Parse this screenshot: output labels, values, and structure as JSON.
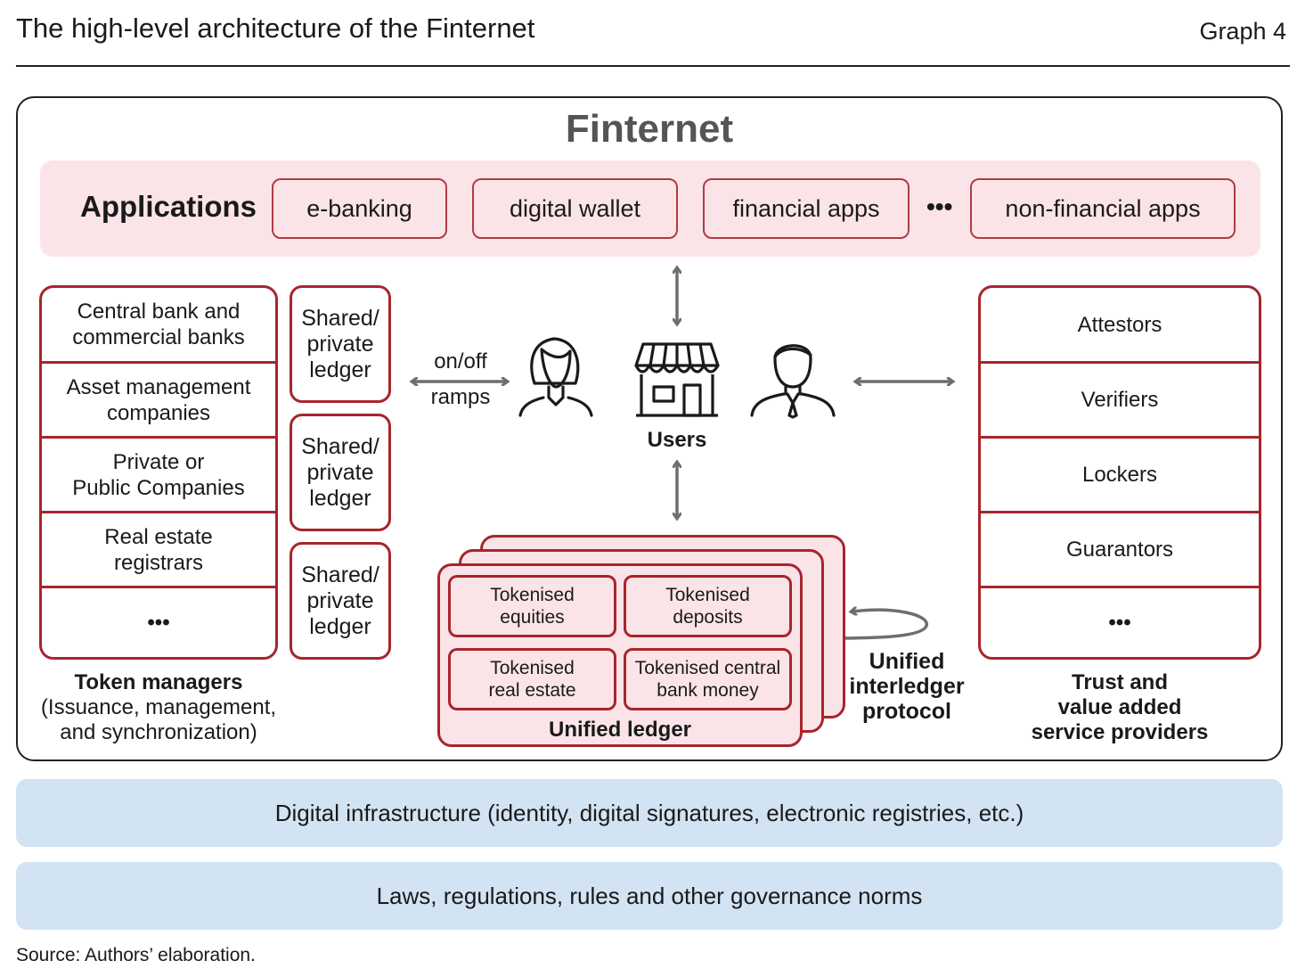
{
  "header": {
    "title": "The high-level architecture of the Finternet",
    "graph_label": "Graph 4"
  },
  "finternet": {
    "title": "Finternet"
  },
  "applications": {
    "label": "Applications",
    "items": [
      "e-banking",
      "digital wallet",
      "financial apps",
      "non-financial apps"
    ],
    "more": "•••"
  },
  "token_managers": {
    "items": [
      [
        "Central bank and",
        "commercial banks"
      ],
      [
        "Asset management",
        "companies"
      ],
      [
        "Private or",
        "Public Companies"
      ],
      [
        "Real estate",
        "registrars"
      ],
      [
        "•••"
      ]
    ],
    "title": "Token managers",
    "subtitle_line1": "(Issuance, management,",
    "subtitle_line2": "and synchronization)"
  },
  "ledgers": [
    [
      "Shared/",
      "private",
      "ledger"
    ],
    [
      "Shared/",
      "private",
      "ledger"
    ],
    [
      "Shared/",
      "private",
      "ledger"
    ]
  ],
  "ramps": {
    "line1": "on/off",
    "line2": "ramps"
  },
  "users": {
    "label": "Users",
    "icons": [
      "woman-user-icon",
      "storefront-icon",
      "man-user-icon"
    ]
  },
  "unified_ledger": {
    "cells": [
      [
        "Tokenised",
        "equities"
      ],
      [
        "Tokenised",
        "deposits"
      ],
      [
        "Tokenised",
        "real estate"
      ],
      [
        "Tokenised central",
        "bank money"
      ]
    ],
    "label": "Unified ledger"
  },
  "protocol": {
    "line1": "Unified",
    "line2": "interledger",
    "line3": "protocol"
  },
  "trust": {
    "items": [
      "Attestors",
      "Verifiers",
      "Lockers",
      "Guarantors",
      "•••"
    ],
    "line1": "Trust and",
    "line2": "value added",
    "line3": "service providers"
  },
  "infrastructure": "Digital infrastructure  (identity, digital signatures, electronic registries, etc.)",
  "governance": "Laws, regulations, rules and other governance norms",
  "source": "Source: Authors’ elaboration.",
  "colors": {
    "accent_red": "#a7252c",
    "pink_fill": "#fbe4e8",
    "blue_band": "#d2e3f3",
    "arrow_gray": "#6e6e6e"
  }
}
